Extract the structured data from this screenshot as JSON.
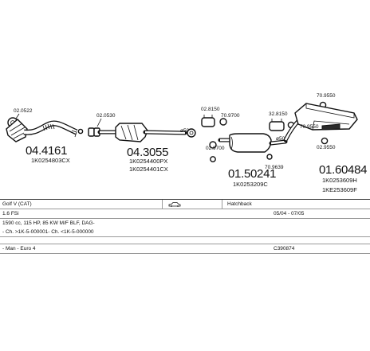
{
  "parts": [
    {
      "number": "04.4161",
      "oem": "1K0254803CX",
      "clamp": "02.0522"
    },
    {
      "number": "04.3055",
      "oem": [
        "1K0254400PX",
        "1K0254401CX"
      ],
      "clamp": "02.0530",
      "gasket": "ø50"
    },
    {
      "number": "01.50241",
      "oem": "1K0253209C",
      "fittings": [
        "02.8150",
        "70.9700",
        "02.9700",
        "70.9639"
      ]
    },
    {
      "number": "01.60484",
      "oem": [
        "1K0253609H",
        "1KE253609F"
      ],
      "fittings": [
        "32.8150",
        "70.9550",
        "70.9550",
        "02.9550"
      ],
      "gasket": "ø50"
    }
  ],
  "info": {
    "model": "Golf V (CAT)",
    "body_type": "Hatchback",
    "engine": "1.6 FSi",
    "production": "05/04 - 07/05",
    "specs": "1590 cc, 115 HP, 85 KW M/F BLF, DAG-",
    "chassis": "- Ch. >1K-5-000001- Ch. <1K-5-000000",
    "transmission": "- Man - Euro 4",
    "code": "C390874"
  },
  "icons": [
    "car-icon"
  ]
}
